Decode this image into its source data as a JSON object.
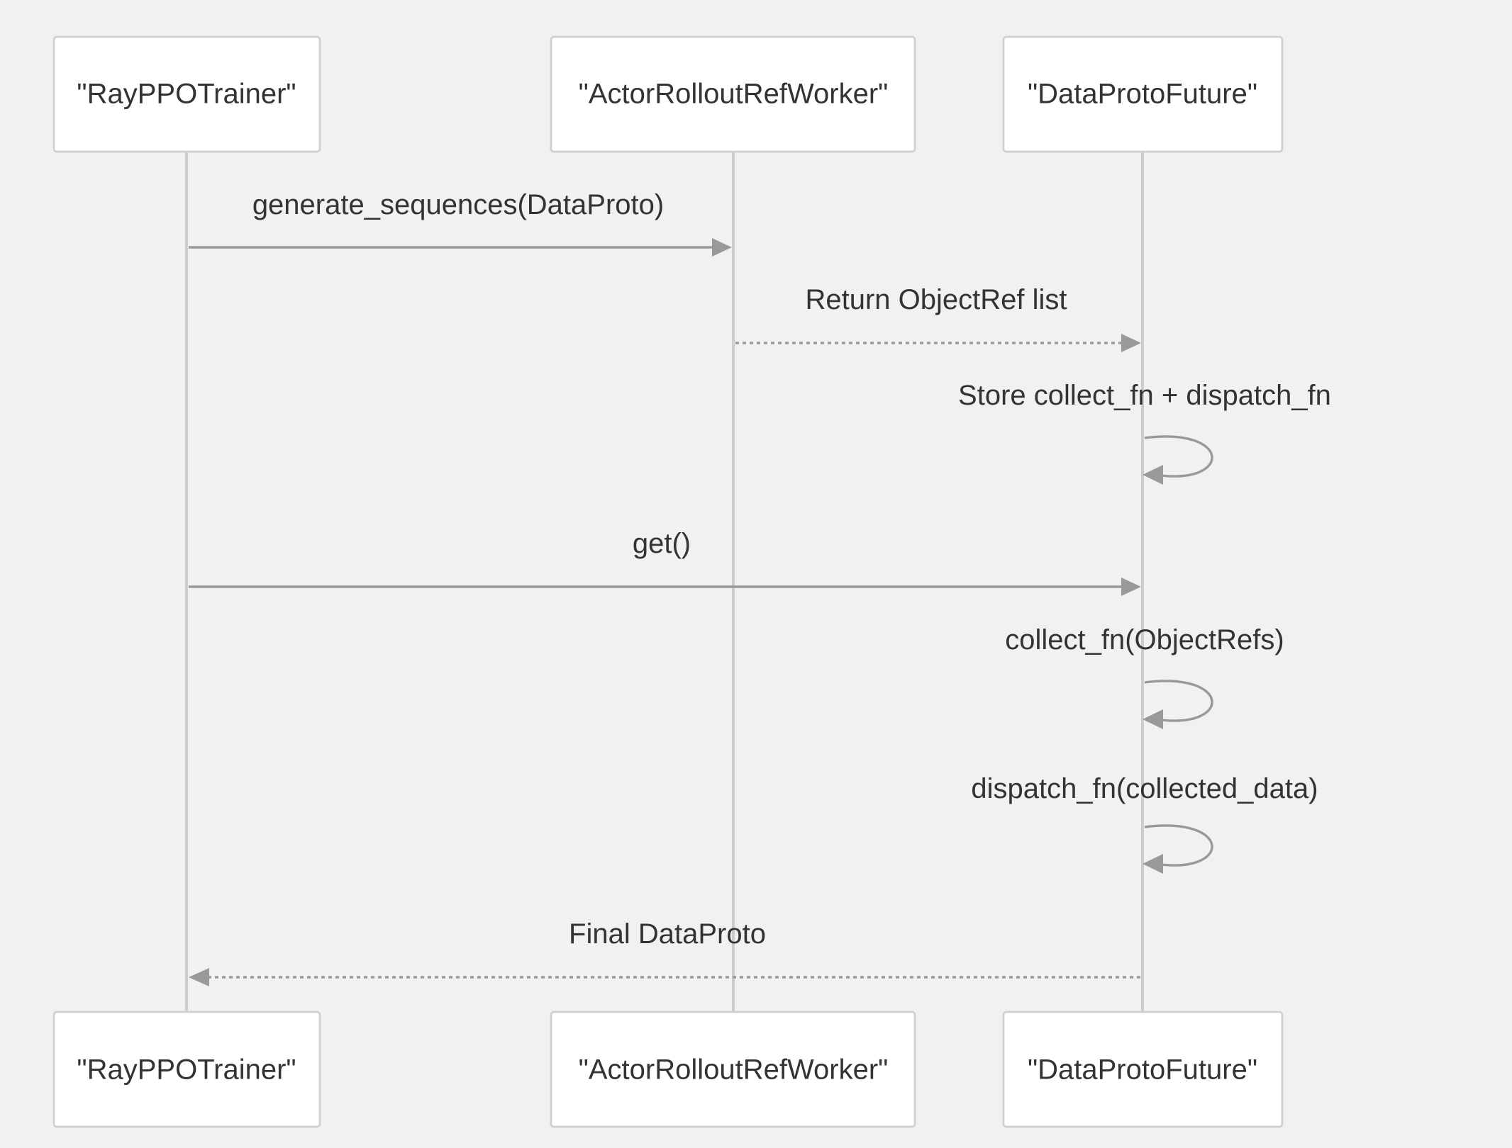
{
  "participants": [
    {
      "id": "trainer",
      "label": "\"RayPPOTrainer\""
    },
    {
      "id": "worker",
      "label": "\"ActorRolloutRefWorker\""
    },
    {
      "id": "future",
      "label": "\"DataProtoFuture\""
    }
  ],
  "messages": [
    {
      "from": "trainer",
      "to": "worker",
      "label": "generate_sequences(DataProto)",
      "style": "solid"
    },
    {
      "from": "worker",
      "to": "future",
      "label": "Return ObjectRef list",
      "style": "dashed"
    },
    {
      "from": "future",
      "to": "future",
      "label": "Store collect_fn + dispatch_fn",
      "style": "solid"
    },
    {
      "from": "trainer",
      "to": "future",
      "label": "get()",
      "style": "solid"
    },
    {
      "from": "future",
      "to": "future",
      "label": "collect_fn(ObjectRefs)",
      "style": "solid"
    },
    {
      "from": "future",
      "to": "future",
      "label": "dispatch_fn(collected_data)",
      "style": "solid"
    },
    {
      "from": "future",
      "to": "trainer",
      "label": "Final DataProto",
      "style": "dashed"
    }
  ],
  "colors": {
    "background": "#f2f1ef",
    "box_fill": "#ffffff",
    "box_border": "#cfcfcf",
    "lifeline": "#cccccc",
    "arrow": "#999999",
    "text": "#333333"
  }
}
